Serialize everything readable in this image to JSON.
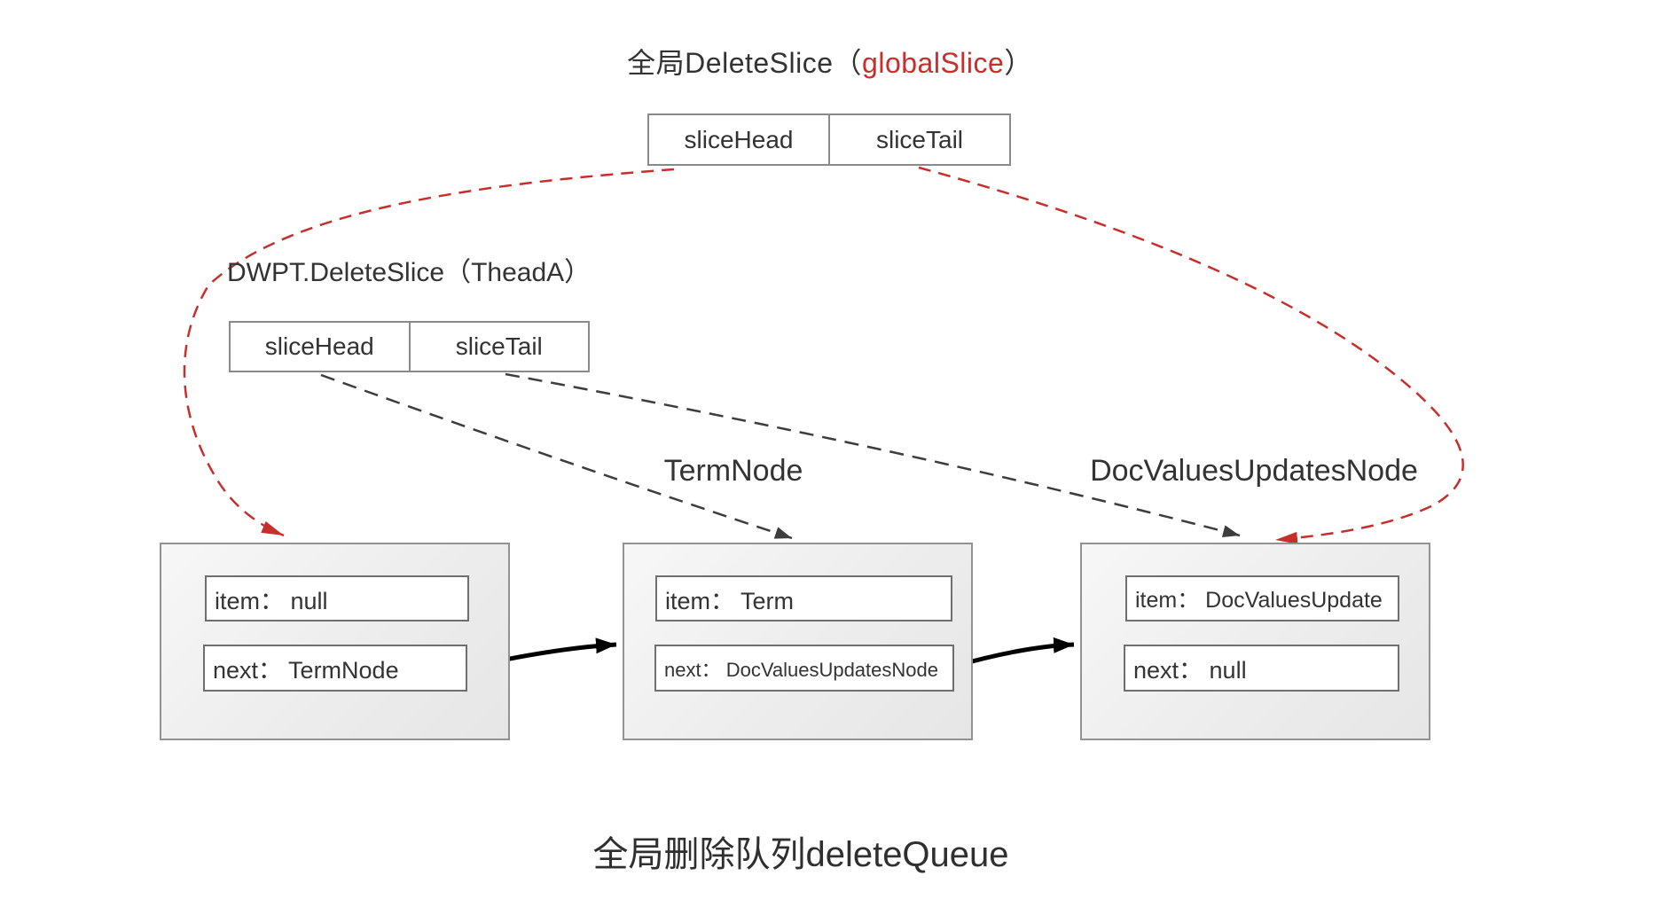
{
  "title": {
    "prefix": "全局DeleteSlice（",
    "highlight": "globalSlice",
    "suffix": "）"
  },
  "global_slice": {
    "cells": [
      "sliceHead",
      "sliceTail"
    ]
  },
  "dwpt": {
    "label": "DWPT.DeleteSlice（TheadA）",
    "cells": [
      "sliceHead",
      "sliceTail"
    ]
  },
  "nodes": [
    {
      "label": "",
      "item": "item： null",
      "next": "next： TermNode"
    },
    {
      "label": "TermNode",
      "item": "item： Term",
      "next": "next： DocValuesUpdatesNode"
    },
    {
      "label": "DocValuesUpdatesNode",
      "item": "item： DocValuesUpdate",
      "next": "next： null"
    }
  ],
  "caption": "全局删除队列deleteQueue",
  "colors": {
    "red": "#c62f2c",
    "line_dark": "#3d3d3d",
    "text": "#333333",
    "box_border": "#8a8a8a",
    "inner_border": "#6f6f6f",
    "node_fill": "#ededed"
  }
}
